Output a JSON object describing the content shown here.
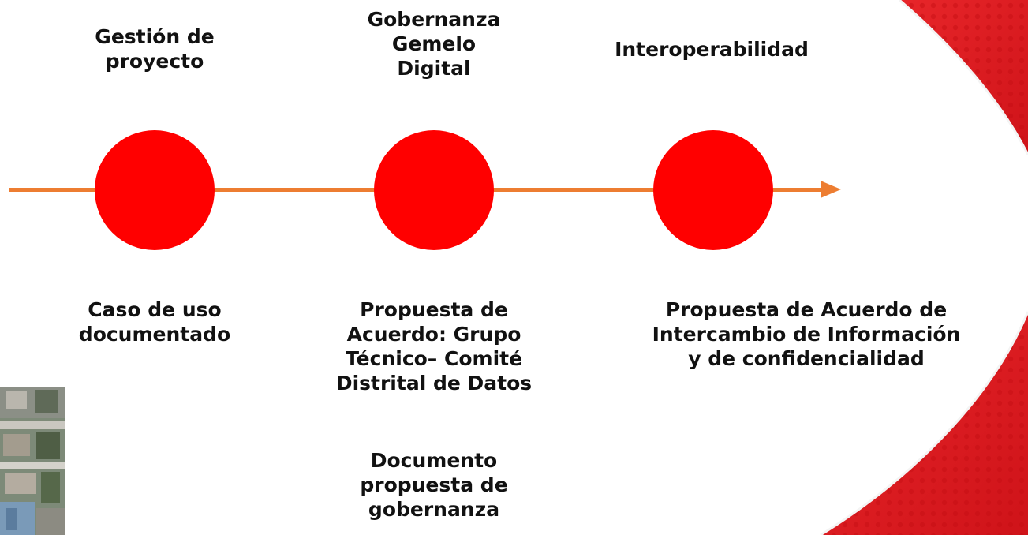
{
  "milestones": [
    {
      "top_lines": [
        "Gestión de",
        "proyecto"
      ],
      "bottom_lines": [
        "Caso de uso",
        "documentado"
      ]
    },
    {
      "top_lines": [
        "Gobernanza",
        "Gemelo",
        "Digital"
      ],
      "bottom_lines": [
        "Propuesta de",
        "Acuerdo: Grupo",
        "Técnico– Comité",
        "Distrital de Datos"
      ],
      "bottom_extra_lines": [
        "Documento",
        "propuesta de",
        "gobernanza"
      ]
    },
    {
      "top_lines": [
        "Interoperabilidad"
      ],
      "bottom_lines": [
        "Propuesta de Acuerdo de",
        "Intercambio de Información",
        "y de confidencialidad"
      ]
    }
  ],
  "colors": {
    "timeline": "#ed7d31",
    "milestone": "#ff0000",
    "brand_band": "#e41e1e"
  },
  "decor": {
    "band_icon": "red-curved-band",
    "photo_icon": "aerial-city-photo"
  }
}
